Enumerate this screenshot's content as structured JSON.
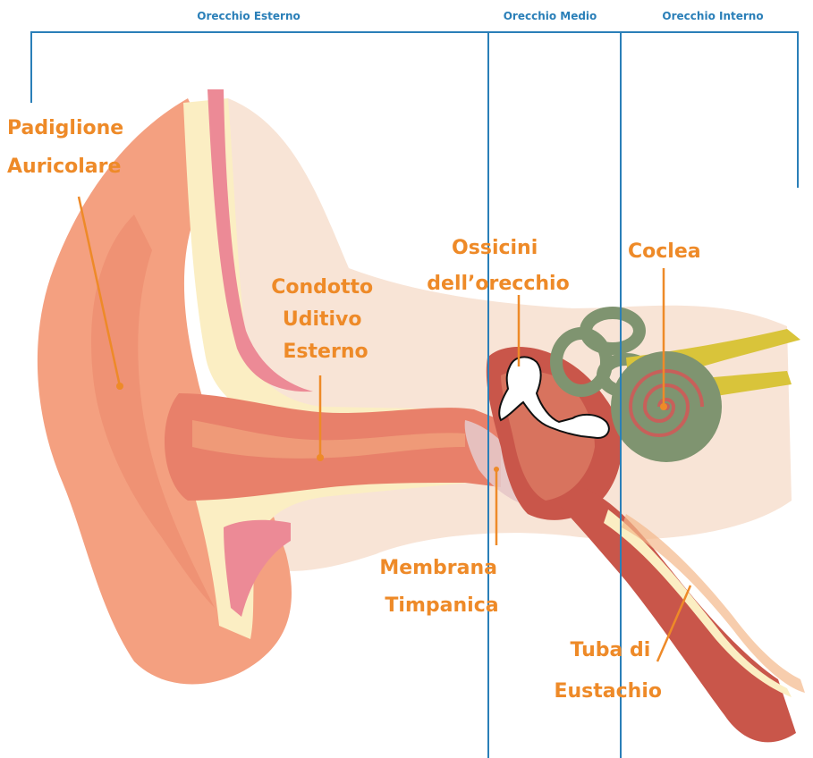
{
  "sections": {
    "outer": "Orecchio Esterno",
    "middle": "Orecchio Medio",
    "inner": "Orecchio Interno"
  },
  "parts": {
    "pinna": [
      "Padiglione",
      "Auricolare"
    ],
    "ear_canal": [
      "Condotto",
      "Uditivo",
      "Esterno"
    ],
    "ossicles": [
      "Ossicini",
      "dell’orecchio"
    ],
    "cochlea": [
      "Coclea"
    ],
    "eardrum": [
      "Membrana",
      "Timpanica"
    ],
    "eustachian_tube": [
      "Tuba di",
      "Eustachio"
    ]
  },
  "colors": {
    "label": "#ee8a28",
    "section_line": "#2a7fb8",
    "skin": "#f4a080",
    "canal": "#e8806a",
    "cartilage": "#fbeec3",
    "pink": "#ec8a96",
    "background_tissue": "#f8e4d6",
    "cochlea": "#7f9470",
    "nerve": "#d9c43a"
  }
}
